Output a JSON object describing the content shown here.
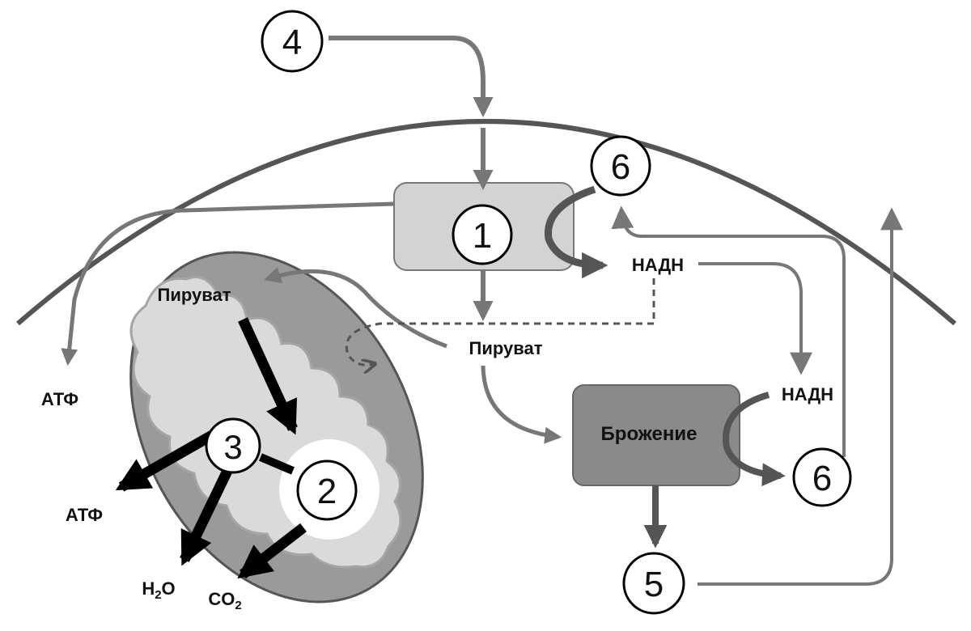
{
  "nodes": {
    "n1": "1",
    "n2": "2",
    "n3": "3",
    "n4": "4",
    "n5": "5",
    "n6_top": "6",
    "n6_bottom": "6"
  },
  "labels": {
    "pyruvate_mito": "Пируват",
    "pyruvate_cyto": "Пируват",
    "nadh_top": "НАДН",
    "nadh_right": "НАДН",
    "atp_left": "АТФ",
    "atp_mito": "АТФ",
    "fermentation": "Брожение",
    "h2o_main": "H",
    "h2o_sub": "2",
    "h2o_tail": "O",
    "co2_main": "CO",
    "co2_sub": "2"
  },
  "colors": {
    "arrow_gray": "#777777",
    "arrow_dark": "#555555",
    "arrow_black": "#000000",
    "membrane": "#555555",
    "box_light": "#d3d3d3",
    "box_dark": "#8a8a8a",
    "mito_outer": "#9a9a9a",
    "mito_inner": "#dadada"
  }
}
